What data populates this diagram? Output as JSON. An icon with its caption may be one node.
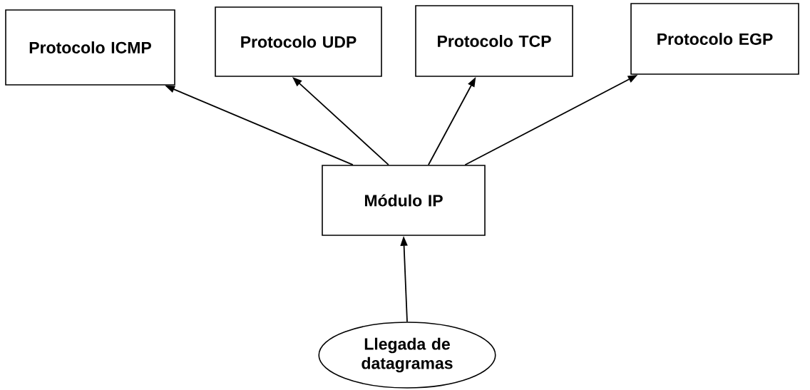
{
  "diagram": {
    "nodes": [
      {
        "text": [
          "Protocolo ICMP"
        ]
      },
      {
        "text": [
          "Protocolo UDP"
        ]
      },
      {
        "text": [
          "Protocolo TCP"
        ]
      },
      {
        "text": [
          "Protocolo EGP"
        ]
      },
      {
        "text": [
          "Módulo IP"
        ]
      },
      {
        "text": [
          "Llegada de datagramas"
        ]
      }
    ],
    "edges": [
      {
        "from": 4,
        "to": 0,
        "arrow": "to"
      },
      {
        "from": 4,
        "to": 1,
        "arrow": "to"
      },
      {
        "from": 4,
        "to": 2,
        "arrow": "to"
      },
      {
        "from": 4,
        "to": 3,
        "arrow": "to"
      },
      {
        "from": 5,
        "to": 4,
        "arrow": "to"
      }
    ]
  }
}
